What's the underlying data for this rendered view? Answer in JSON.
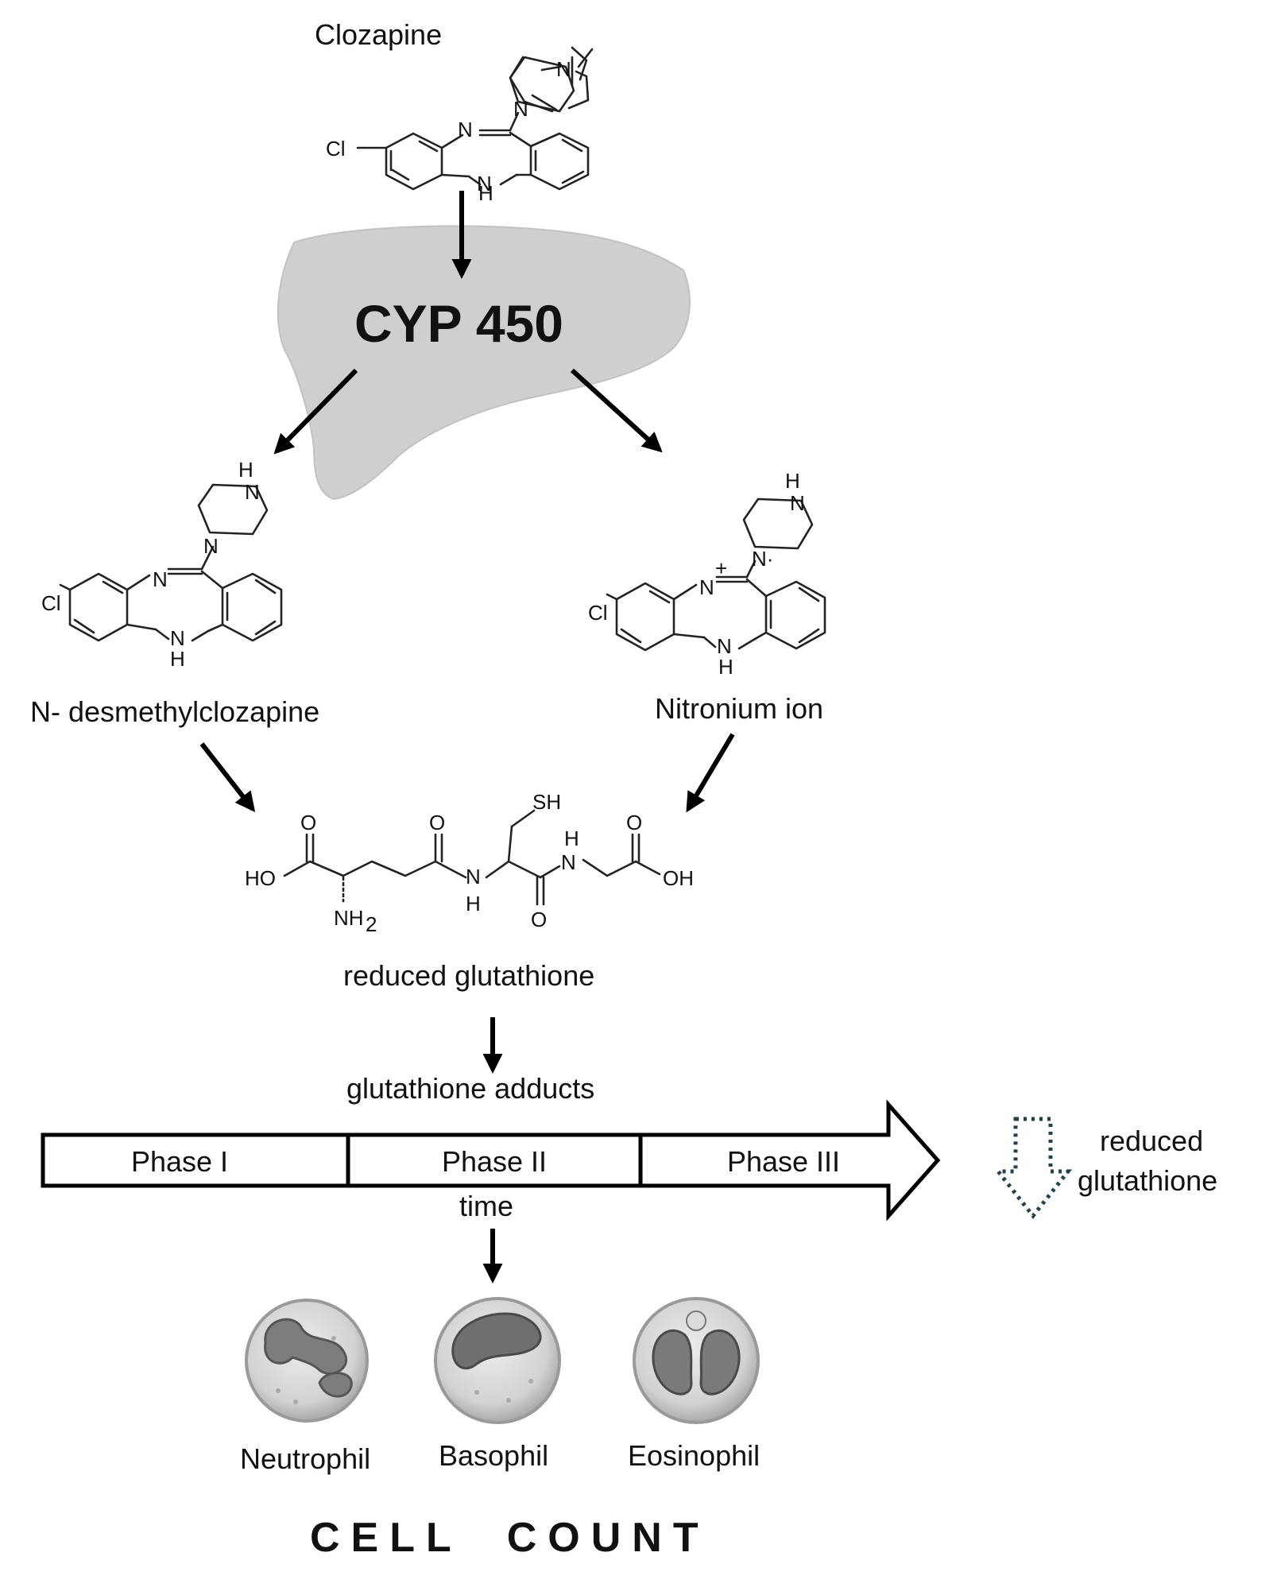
{
  "molecules": {
    "clozapine": {
      "name": "Clozapine",
      "cl": "Cl",
      "n_imine": "N",
      "n_pip": "N",
      "n_methyl": "N",
      "nh_n": "N",
      "nh_h": "H"
    },
    "desmethyl": {
      "name": "N- desmethylclozapine",
      "cl": "Cl",
      "n_imine": "N",
      "n_pip": "N",
      "nh_top_n": "N",
      "nh_top_h": "H",
      "nh_n": "N",
      "nh_h": "H"
    },
    "nitronium": {
      "name": "Nitronium ion",
      "cl": "Cl",
      "n_imine": "N",
      "charge": "+",
      "n_pip": "N·",
      "nh_top_n": "N",
      "nh_top_h": "H",
      "nh_n": "N",
      "nh_h": "H"
    },
    "glutathione": {
      "name": "reduced glutathione",
      "ho": "HO",
      "oh": "OH",
      "o1": "O",
      "o2": "O",
      "o3": "O",
      "o4": "O",
      "sh": "SH",
      "nh2": "NH",
      "nh2_sub": "2",
      "amide1_n": "N",
      "amide1_h": "H",
      "amide2_n": "N",
      "amide2_h": "H"
    }
  },
  "enzyme": {
    "label": "CYP 450"
  },
  "adducts": {
    "label": "glutathione adducts"
  },
  "timeline": {
    "phases": [
      "Phase I",
      "Phase II",
      "Phase III"
    ],
    "axis_label": "time"
  },
  "side_note": {
    "line1": "reduced",
    "line2": "glutathione"
  },
  "cells": [
    {
      "name": "Neutrophil"
    },
    {
      "name": "Basophil"
    },
    {
      "name": "Eosinophil"
    }
  ],
  "footer": {
    "title": "CELL  COUNT"
  },
  "colors": {
    "liver": "#cfcfcf",
    "text": "#111111",
    "dotted_arrow": "#25414a"
  }
}
